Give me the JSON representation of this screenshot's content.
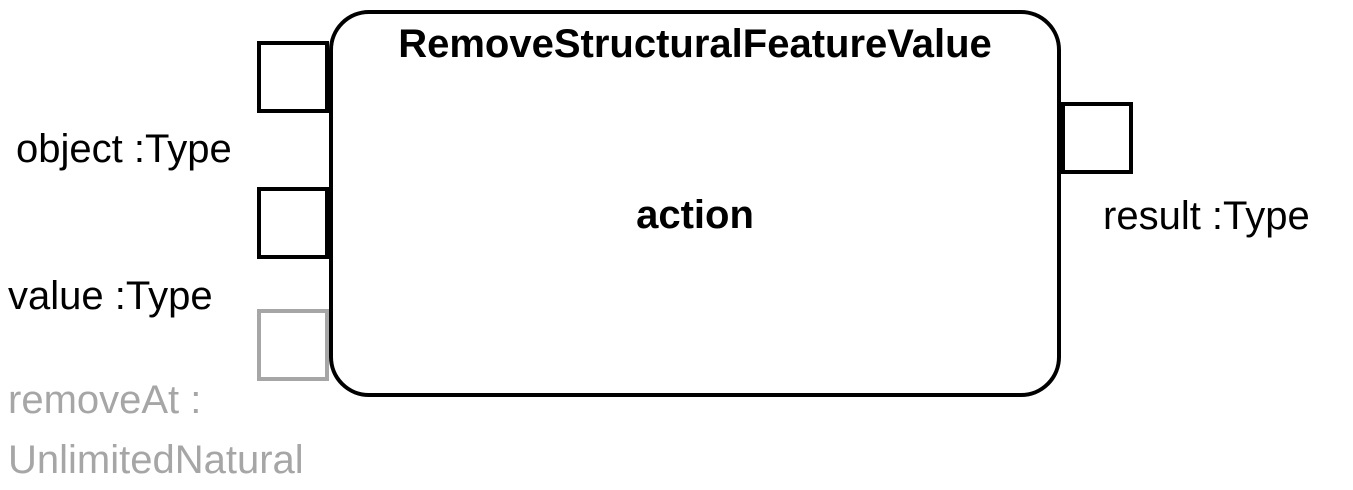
{
  "action": {
    "title": "RemoveStructuralFeatureValue",
    "center_label": "action"
  },
  "pins": {
    "object": {
      "label": "object :Type"
    },
    "value": {
      "label": "value :Type"
    },
    "removeAt": {
      "label_line1": "removeAt :",
      "label_line2": "UnlimitedNatural"
    },
    "result": {
      "label": "result :Type"
    }
  },
  "colors": {
    "stroke": "#000000",
    "optional": "#a6a6a6",
    "background": "#ffffff"
  }
}
